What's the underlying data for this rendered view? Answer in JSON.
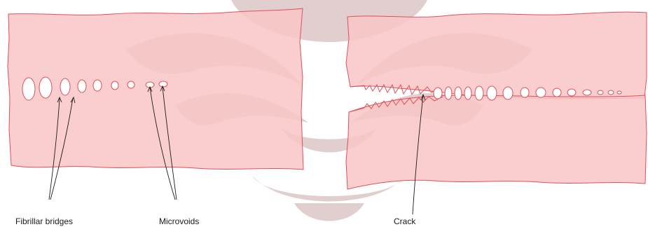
{
  "labels": {
    "fibrillar_bridges": "Fibrillar bridges",
    "microvoids": "Microvoids",
    "crack": "Crack"
  },
  "colors": {
    "polymer_fill": "#f9c6c6",
    "polymer_edge": "#e0505a",
    "watermark": "#c9a8a8",
    "void_fill": "#ffffff",
    "leader_line": "#1a1a1a"
  }
}
